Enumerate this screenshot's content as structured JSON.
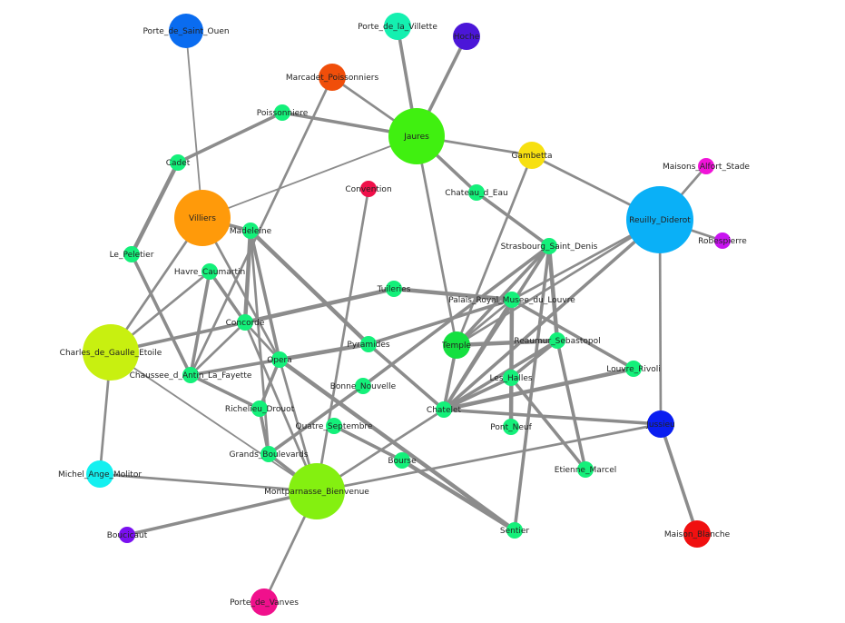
{
  "graph": {
    "edge_color": "#8c8c8c",
    "nodes": [
      {
        "id": "Porte_de_Saint_Ouen",
        "label": "Porte_de_Saint_Ouen",
        "color": "#0a6cf0",
        "size": "medium"
      },
      {
        "id": "Porte_de_la_Villette",
        "label": "Porte_de_la_Villette",
        "color": "#14f0b0",
        "size": "small"
      },
      {
        "id": "Hoche",
        "label": "Hoche",
        "color": "#4b16d8",
        "size": "small"
      },
      {
        "id": "Marcadet_Poissonniers",
        "label": "Marcadet_Poissonniers",
        "color": "#f04e0a",
        "size": "small"
      },
      {
        "id": "Poissonniere",
        "label": "Poissonniere",
        "color": "#14f07a",
        "size": "tiny"
      },
      {
        "id": "Jaures",
        "label": "Jaures",
        "color": "#40f010",
        "size": "large"
      },
      {
        "id": "Gambetta",
        "label": "Gambetta",
        "color": "#f7e010",
        "size": "small"
      },
      {
        "id": "Cadet",
        "label": "Cadet",
        "color": "#14f07a",
        "size": "tiny"
      },
      {
        "id": "Maisons_Alfort_Stade",
        "label": "Maisons_Alfort_Stade",
        "color": "#f014d8",
        "size": "tiny"
      },
      {
        "id": "Convention",
        "label": "Convention",
        "color": "#f0104a",
        "size": "tiny"
      },
      {
        "id": "Chateau_d_Eau",
        "label": "Chateau_d_Eau",
        "color": "#14f07a",
        "size": "tiny"
      },
      {
        "id": "Villiers",
        "label": "Villiers",
        "color": "#ff9a0a",
        "size": "large"
      },
      {
        "id": "Reuilly_Diderot",
        "label": "Reuilly_Diderot",
        "color": "#0ab0f7",
        "size": "xlarge"
      },
      {
        "id": "Madeleine",
        "label": "Madeleine",
        "color": "#14f07a",
        "size": "tiny"
      },
      {
        "id": "Robespierre",
        "label": "Robespierre",
        "color": "#c814f0",
        "size": "tiny"
      },
      {
        "id": "Strasbourg_Saint_Denis",
        "label": "Strasbourg_Saint_Denis",
        "color": "#14f07a",
        "size": "tiny"
      },
      {
        "id": "Le_Peletier",
        "label": "Le_Peletier",
        "color": "#14f07a",
        "size": "tiny"
      },
      {
        "id": "Havre_Caumartin",
        "label": "Havre_Caumartin",
        "color": "#14f07a",
        "size": "tiny"
      },
      {
        "id": "Tuileries",
        "label": "Tuileries",
        "color": "#14f07a",
        "size": "tiny"
      },
      {
        "id": "Palais_Royal_Musee_du_Louvre",
        "label": "Palais_Royal_Musee_du_Louvre",
        "color": "#14f07a",
        "size": "tiny"
      },
      {
        "id": "Concorde",
        "label": "Concorde",
        "color": "#14f07a",
        "size": "tiny"
      },
      {
        "id": "Pyramides",
        "label": "Pyramides",
        "color": "#14f07a",
        "size": "tiny"
      },
      {
        "id": "Temple",
        "label": "Temple",
        "color": "#14e040",
        "size": "small"
      },
      {
        "id": "Reaumur_Sebastopol",
        "label": "Reaumur_Sebastopol",
        "color": "#14f07a",
        "size": "tiny"
      },
      {
        "id": "Charles_de_Gaulle_Etoile",
        "label": "Charles_de_Gaulle_Etoile",
        "color": "#c8f010",
        "size": "large"
      },
      {
        "id": "Opera",
        "label": "Opera",
        "color": "#14f07a",
        "size": "tiny"
      },
      {
        "id": "Louvre_Rivoli",
        "label": "Louvre_Rivoli",
        "color": "#14f07a",
        "size": "tiny"
      },
      {
        "id": "Chaussee_d_Antin_La_Fayette",
        "label": "Chaussee_d_Antin_La_Fayette",
        "color": "#14f07a",
        "size": "tiny"
      },
      {
        "id": "Les_Halles",
        "label": "Les_Halles",
        "color": "#14f07a",
        "size": "tiny"
      },
      {
        "id": "Bonne_Nouvelle",
        "label": "Bonne_Nouvelle",
        "color": "#14f07a",
        "size": "tiny"
      },
      {
        "id": "Richelieu_Drouot",
        "label": "Richelieu_Drouot",
        "color": "#14f07a",
        "size": "tiny"
      },
      {
        "id": "Chatelet",
        "label": "Chatelet",
        "color": "#14f07a",
        "size": "tiny"
      },
      {
        "id": "Pont_Neuf",
        "label": "Pont_Neuf",
        "color": "#14f07a",
        "size": "tiny"
      },
      {
        "id": "Jussieu",
        "label": "Jussieu",
        "color": "#0a1ef0",
        "size": "small"
      },
      {
        "id": "Quatre_Septembre",
        "label": "Quatre_Septembre",
        "color": "#14f07a",
        "size": "tiny"
      },
      {
        "id": "Grands_Boulevards",
        "label": "Grands_Boulevards",
        "color": "#14f07a",
        "size": "tiny"
      },
      {
        "id": "Bourse",
        "label": "Bourse",
        "color": "#14f07a",
        "size": "tiny"
      },
      {
        "id": "Etienne_Marcel",
        "label": "Etienne_Marcel",
        "color": "#14f07a",
        "size": "tiny"
      },
      {
        "id": "Michel_Ange_Molitor",
        "label": "Michel_Ange_Molitor",
        "color": "#14f0f0",
        "size": "small"
      },
      {
        "id": "Montparnasse_Bienvenue",
        "label": "Montparnasse_Bienvenue",
        "color": "#84f010",
        "size": "large"
      },
      {
        "id": "Boucicaut",
        "label": "Boucicaut",
        "color": "#7a10f0",
        "size": "tiny"
      },
      {
        "id": "Sentier",
        "label": "Sentier",
        "color": "#14f07a",
        "size": "tiny"
      },
      {
        "id": "Maison_Blanche",
        "label": "Maison_Blanche",
        "color": "#f01010",
        "size": "small"
      },
      {
        "id": "Porte_de_Vanves",
        "label": "Porte_de_Vanves",
        "color": "#f0108c",
        "size": "small"
      }
    ],
    "edges": [
      {
        "source": "Porte_de_Saint_Ouen",
        "target": "Villiers",
        "weight": 1
      },
      {
        "source": "Porte_de_la_Villette",
        "target": "Jaures",
        "weight": 3
      },
      {
        "source": "Hoche",
        "target": "Jaures",
        "weight": 3
      },
      {
        "source": "Marcadet_Poissonniers",
        "target": "Jaures",
        "weight": 2
      },
      {
        "source": "Marcadet_Poissonniers",
        "target": "Chaussee_d_Antin_La_Fayette",
        "weight": 2
      },
      {
        "source": "Poissonniere",
        "target": "Jaures",
        "weight": 3
      },
      {
        "source": "Poissonniere",
        "target": "Cadet",
        "weight": 3
      },
      {
        "source": "Cadet",
        "target": "Le_Peletier",
        "weight": 4
      },
      {
        "source": "Le_Peletier",
        "target": "Chaussee_d_Antin_La_Fayette",
        "weight": 3
      },
      {
        "source": "Jaures",
        "target": "Villiers",
        "weight": 1
      },
      {
        "source": "Jaures",
        "target": "Gambetta",
        "weight": 2
      },
      {
        "source": "Jaures",
        "target": "Chateau_d_Eau",
        "weight": 3
      },
      {
        "source": "Jaures",
        "target": "Temple",
        "weight": 2
      },
      {
        "source": "Chateau_d_Eau",
        "target": "Strasbourg_Saint_Denis",
        "weight": 3
      },
      {
        "source": "Gambetta",
        "target": "Reuilly_Diderot",
        "weight": 2
      },
      {
        "source": "Gambetta",
        "target": "Temple",
        "weight": 2
      },
      {
        "source": "Maisons_Alfort_Stade",
        "target": "Reuilly_Diderot",
        "weight": 2
      },
      {
        "source": "Robespierre",
        "target": "Reuilly_Diderot",
        "weight": 2
      },
      {
        "source": "Convention",
        "target": "Montparnasse_Bienvenue",
        "weight": 2
      },
      {
        "source": "Villiers",
        "target": "Charles_de_Gaulle_Etoile",
        "weight": 2
      },
      {
        "source": "Villiers",
        "target": "Madeleine",
        "weight": 3
      },
      {
        "source": "Villiers",
        "target": "Opera",
        "weight": 2
      },
      {
        "source": "Madeleine",
        "target": "Concorde",
        "weight": 4
      },
      {
        "source": "Madeleine",
        "target": "Opera",
        "weight": 3
      },
      {
        "source": "Madeleine",
        "target": "Grands_Boulevards",
        "weight": 2
      },
      {
        "source": "Madeleine",
        "target": "Pyramides",
        "weight": 4
      },
      {
        "source": "Havre_Caumartin",
        "target": "Charles_de_Gaulle_Etoile",
        "weight": 2
      },
      {
        "source": "Havre_Caumartin",
        "target": "Concorde",
        "weight": 3
      },
      {
        "source": "Havre_Caumartin",
        "target": "Chaussee_d_Antin_La_Fayette",
        "weight": 3
      },
      {
        "source": "Concorde",
        "target": "Tuileries",
        "weight": 4
      },
      {
        "source": "Concorde",
        "target": "Chaussee_d_Antin_La_Fayette",
        "weight": 2
      },
      {
        "source": "Concorde",
        "target": "Opera",
        "weight": 2
      },
      {
        "source": "Concorde",
        "target": "Montparnasse_Bienvenue",
        "weight": 2
      },
      {
        "source": "Tuileries",
        "target": "Palais_Royal_Musee_du_Louvre",
        "weight": 4
      },
      {
        "source": "Palais_Royal_Musee_du_Louvre",
        "target": "Louvre_Rivoli",
        "weight": 3
      },
      {
        "source": "Palais_Royal_Musee_du_Louvre",
        "target": "Pyramides",
        "weight": 3
      },
      {
        "source": "Palais_Royal_Musee_du_Louvre",
        "target": "Chatelet",
        "weight": 3
      },
      {
        "source": "Palais_Royal_Musee_du_Louvre",
        "target": "Pont_Neuf",
        "weight": 4
      },
      {
        "source": "Palais_Royal_Musee_du_Louvre",
        "target": "Temple",
        "weight": 2
      },
      {
        "source": "Pyramides",
        "target": "Chatelet",
        "weight": 3
      },
      {
        "source": "Opera",
        "target": "Pyramides",
        "weight": 4
      },
      {
        "source": "Opera",
        "target": "Richelieu_Drouot",
        "weight": 3
      },
      {
        "source": "Opera",
        "target": "Chaussee_d_Antin_La_Fayette",
        "weight": 3
      },
      {
        "source": "Opera",
        "target": "Sentier",
        "weight": 4
      },
      {
        "source": "Opera",
        "target": "Montparnasse_Bienvenue",
        "weight": 2
      },
      {
        "source": "Charles_de_Gaulle_Etoile",
        "target": "Concorde",
        "weight": 3
      },
      {
        "source": "Charles_de_Gaulle_Etoile",
        "target": "Michel_Ange_Molitor",
        "weight": 2
      },
      {
        "source": "Charles_de_Gaulle_Etoile",
        "target": "Montparnasse_Bienvenue",
        "weight": 1
      },
      {
        "source": "Chaussee_d_Antin_La_Fayette",
        "target": "Richelieu_Drouot",
        "weight": 3
      },
      {
        "source": "Richelieu_Drouot",
        "target": "Grands_Boulevards",
        "weight": 3
      },
      {
        "source": "Grands_Boulevards",
        "target": "Montparnasse_Bienvenue",
        "weight": 3
      },
      {
        "source": "Strasbourg_Saint_Denis",
        "target": "Bonne_Nouvelle",
        "weight": 3
      },
      {
        "source": "Strasbourg_Saint_Denis",
        "target": "Reaumur_Sebastopol",
        "weight": 4
      },
      {
        "source": "Strasbourg_Saint_Denis",
        "target": "Temple",
        "weight": 3
      },
      {
        "source": "Strasbourg_Saint_Denis",
        "target": "Sentier",
        "weight": 3
      },
      {
        "source": "Strasbourg_Saint_Denis",
        "target": "Chatelet",
        "weight": 3
      },
      {
        "source": "Bonne_Nouvelle",
        "target": "Grands_Boulevards",
        "weight": 3
      },
      {
        "source": "Temple",
        "target": "Reaumur_Sebastopol",
        "weight": 4
      },
      {
        "source": "Temple",
        "target": "Chatelet",
        "weight": 3
      },
      {
        "source": "Reaumur_Sebastopol",
        "target": "Les_Halles",
        "weight": 3
      },
      {
        "source": "Reaumur_Sebastopol",
        "target": "Etienne_Marcel",
        "weight": 3
      },
      {
        "source": "Reaumur_Sebastopol",
        "target": "Chatelet",
        "weight": 3
      },
      {
        "source": "Reuilly_Diderot",
        "target": "Chatelet",
        "weight": 3
      },
      {
        "source": "Reuilly_Diderot",
        "target": "Temple",
        "weight": 2
      },
      {
        "source": "Reuilly_Diderot",
        "target": "Palais_Royal_Musee_du_Louvre",
        "weight": 2
      },
      {
        "source": "Reuilly_Diderot",
        "target": "Jussieu",
        "weight": 2
      },
      {
        "source": "Chatelet",
        "target": "Les_Halles",
        "weight": 3
      },
      {
        "source": "Chatelet",
        "target": "Louvre_Rivoli",
        "weight": 4
      },
      {
        "source": "Chatelet",
        "target": "Jussieu",
        "weight": 3
      },
      {
        "source": "Chatelet",
        "target": "Montparnasse_Bienvenue",
        "weight": 2
      },
      {
        "source": "Les_Halles",
        "target": "Pont_Neuf",
        "weight": 2
      },
      {
        "source": "Les_Halles",
        "target": "Etienne_Marcel",
        "weight": 3
      },
      {
        "source": "Quatre_Septembre",
        "target": "Bourse",
        "weight": 3
      },
      {
        "source": "Bourse",
        "target": "Sentier",
        "weight": 4
      },
      {
        "source": "Michel_Ange_Molitor",
        "target": "Montparnasse_Bienvenue",
        "weight": 2
      },
      {
        "source": "Montparnasse_Bienvenue",
        "target": "Boucicaut",
        "weight": 3
      },
      {
        "source": "Montparnasse_Bienvenue",
        "target": "Porte_de_Vanves",
        "weight": 2
      },
      {
        "source": "Montparnasse_Bienvenue",
        "target": "Jussieu",
        "weight": 2
      },
      {
        "source": "Jussieu",
        "target": "Maison_Blanche",
        "weight": 3
      }
    ]
  }
}
